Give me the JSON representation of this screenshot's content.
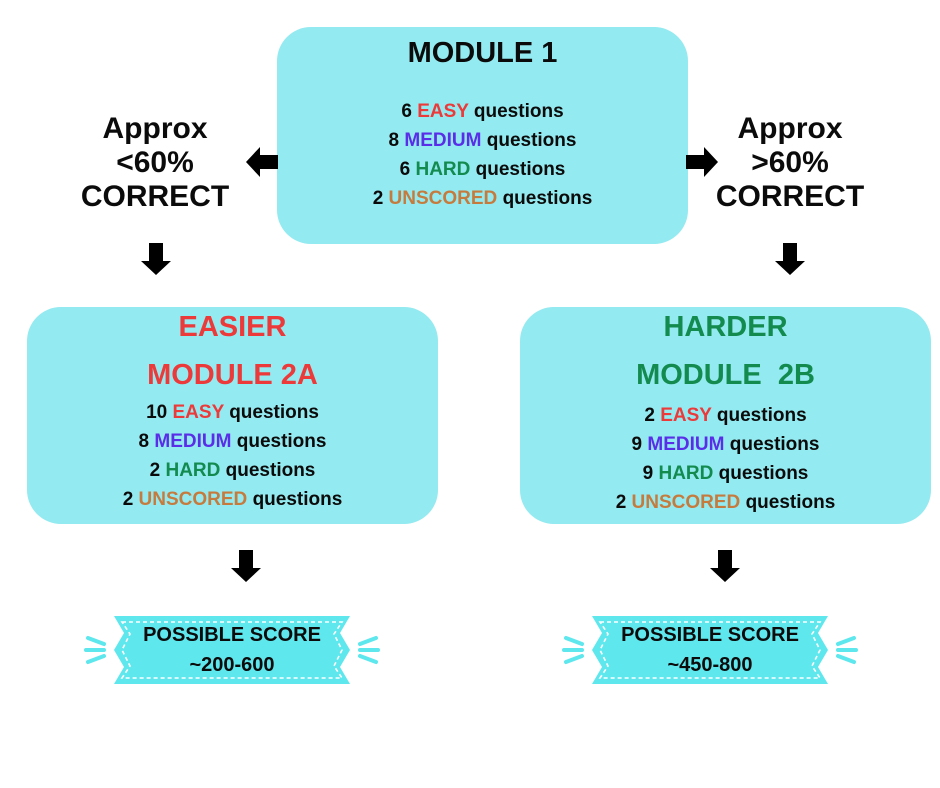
{
  "module1": {
    "title": "MODULE 1",
    "lines": [
      {
        "count": "6",
        "level": "EASY",
        "suffix": "questions"
      },
      {
        "count": "8",
        "level": "MEDIUM",
        "suffix": "questions"
      },
      {
        "count": "6",
        "level": "HARD",
        "suffix": "questions"
      },
      {
        "count": "2",
        "level": "UNSCORED",
        "suffix": "questions"
      }
    ]
  },
  "left_branch": {
    "line1": "Approx",
    "line2": "<60%",
    "line3": "CORRECT"
  },
  "right_branch": {
    "line1": "Approx",
    "line2": ">60%",
    "line3": "CORRECT"
  },
  "module2a": {
    "title_line1": "EASIER",
    "title_line2": "MODULE 2A",
    "title_color": "#ec3a3a",
    "lines": [
      {
        "count": "10",
        "level": "EASY",
        "suffix": "questions"
      },
      {
        "count": "8",
        "level": "MEDIUM",
        "suffix": "questions"
      },
      {
        "count": "2",
        "level": "HARD",
        "suffix": "questions"
      },
      {
        "count": "2",
        "level": "UNSCORED",
        "suffix": "questions"
      }
    ]
  },
  "module2b": {
    "title_line1": "HARDER",
    "title_line2": "MODULE  2B",
    "title_color": "#138a4e",
    "lines": [
      {
        "count": "2",
        "level": "EASY",
        "suffix": "questions"
      },
      {
        "count": "9",
        "level": "MEDIUM",
        "suffix": "questions"
      },
      {
        "count": "9",
        "level": "HARD",
        "suffix": "questions"
      },
      {
        "count": "2",
        "level": "UNSCORED",
        "suffix": "questions"
      }
    ]
  },
  "score_left": {
    "label": "POSSIBLE SCORE",
    "range": "~200-600"
  },
  "score_right": {
    "label": "POSSIBLE SCORE",
    "range": "~450-800"
  },
  "colors": {
    "box": "#93eaf0",
    "badge": "#5fe7ee",
    "easy": "#ec3a3a",
    "medium": "#5a2ee8",
    "hard": "#138a4e",
    "unscored": "#c67b3e"
  }
}
